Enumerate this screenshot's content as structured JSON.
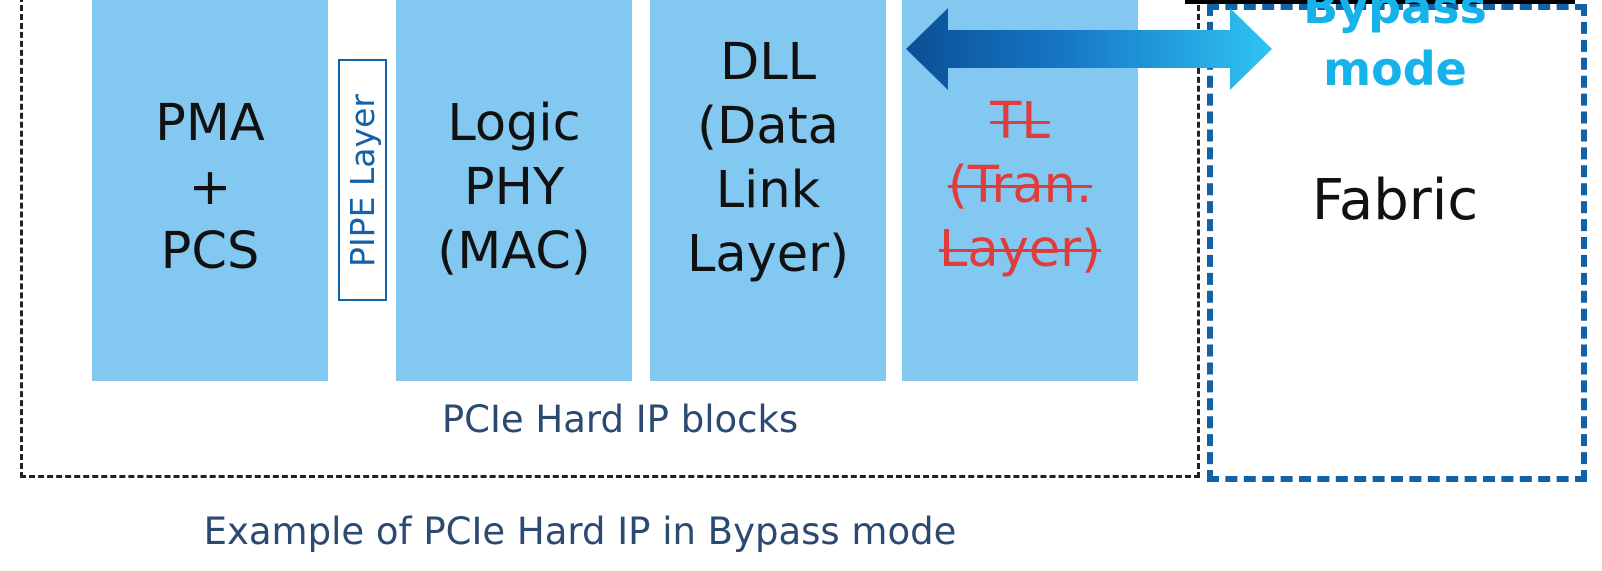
{
  "blocks": {
    "pma_pcs": "PMA\n+\nPCS",
    "pipe_layer": "PIPE Layer",
    "logic_phy": "Logic\nPHY\n(MAC)",
    "dll": "DLL\n(Data\nLink\nLayer)",
    "tl": "TL\n(Tran.\nLayer)"
  },
  "hard_ip_label": "PCIe Hard IP blocks",
  "bypass_label": "Bypass\nmode",
  "fabric_label": "Fabric",
  "caption": "Example of PCIe Hard IP in Bypass mode",
  "colors": {
    "block_fill": "#83c8f0",
    "struck_text": "#e03c3c",
    "fabric_border": "#1262a8",
    "bypass_text": "#16b2ea",
    "label_text": "#2c4a70"
  }
}
